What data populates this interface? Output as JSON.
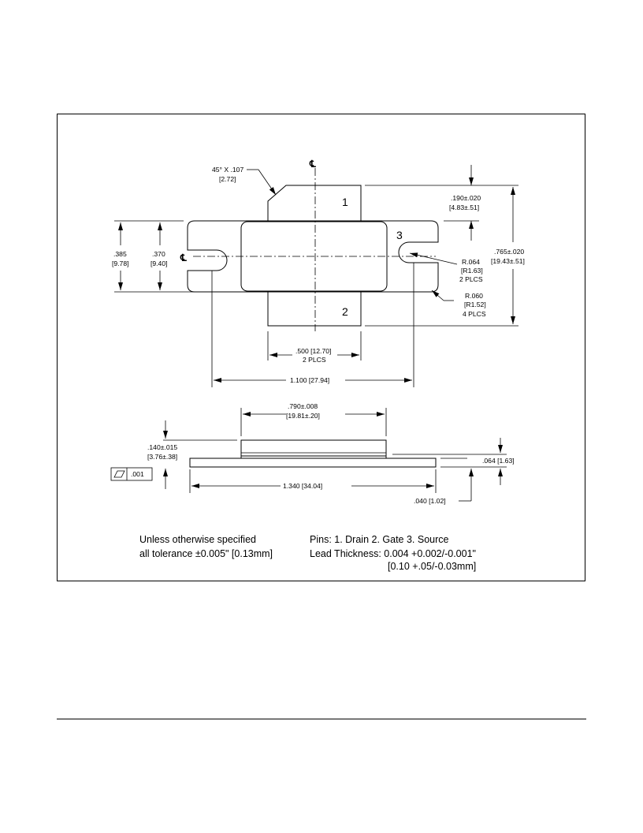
{
  "drawing": {
    "callouts": {
      "chamfer": [
        "45° X .107",
        "[2.72]"
      ],
      "centerline_top": "℄",
      "centerline_left": "℄",
      "dim_190": [
        ".190±.020",
        "[4.83±.51]"
      ],
      "dim_765": [
        ".765±.020",
        "[19.43±.51]"
      ],
      "dim_385": [
        ".385",
        "[9.78]"
      ],
      "dim_370": [
        ".370",
        "[9.40]"
      ],
      "radius_064": [
        "R.064",
        "[R1.63]",
        "2 PLCS"
      ],
      "radius_060": [
        "R.060",
        "[R1.52]",
        "4 PLCS"
      ],
      "dim_500": [
        ".500 [12.70]",
        "2 PLCS"
      ],
      "dim_1100": "1.100 [27.94]",
      "dim_790": [
        ".790±.008",
        "[19.81±.20]"
      ],
      "dim_140": [
        ".140±.015",
        "[3.76±.38]"
      ],
      "flatness": ".001",
      "dim_064": ".064 [1.63]",
      "dim_1340": "1.340 [34.04]",
      "dim_040": ".040 [1.02]"
    },
    "pins": {
      "pin1": "1",
      "pin2": "2",
      "pin3": "3"
    },
    "notes": {
      "left": [
        "Unless otherwise specified",
        "all tolerance ±0.005\" [0.13mm]"
      ],
      "right": [
        "Pins: 1. Drain 2. Gate 3. Source",
        "Lead Thickness: 0.004 +0.002/-0.001\"",
        "[0.10 +.05/-0.03mm]"
      ]
    }
  }
}
